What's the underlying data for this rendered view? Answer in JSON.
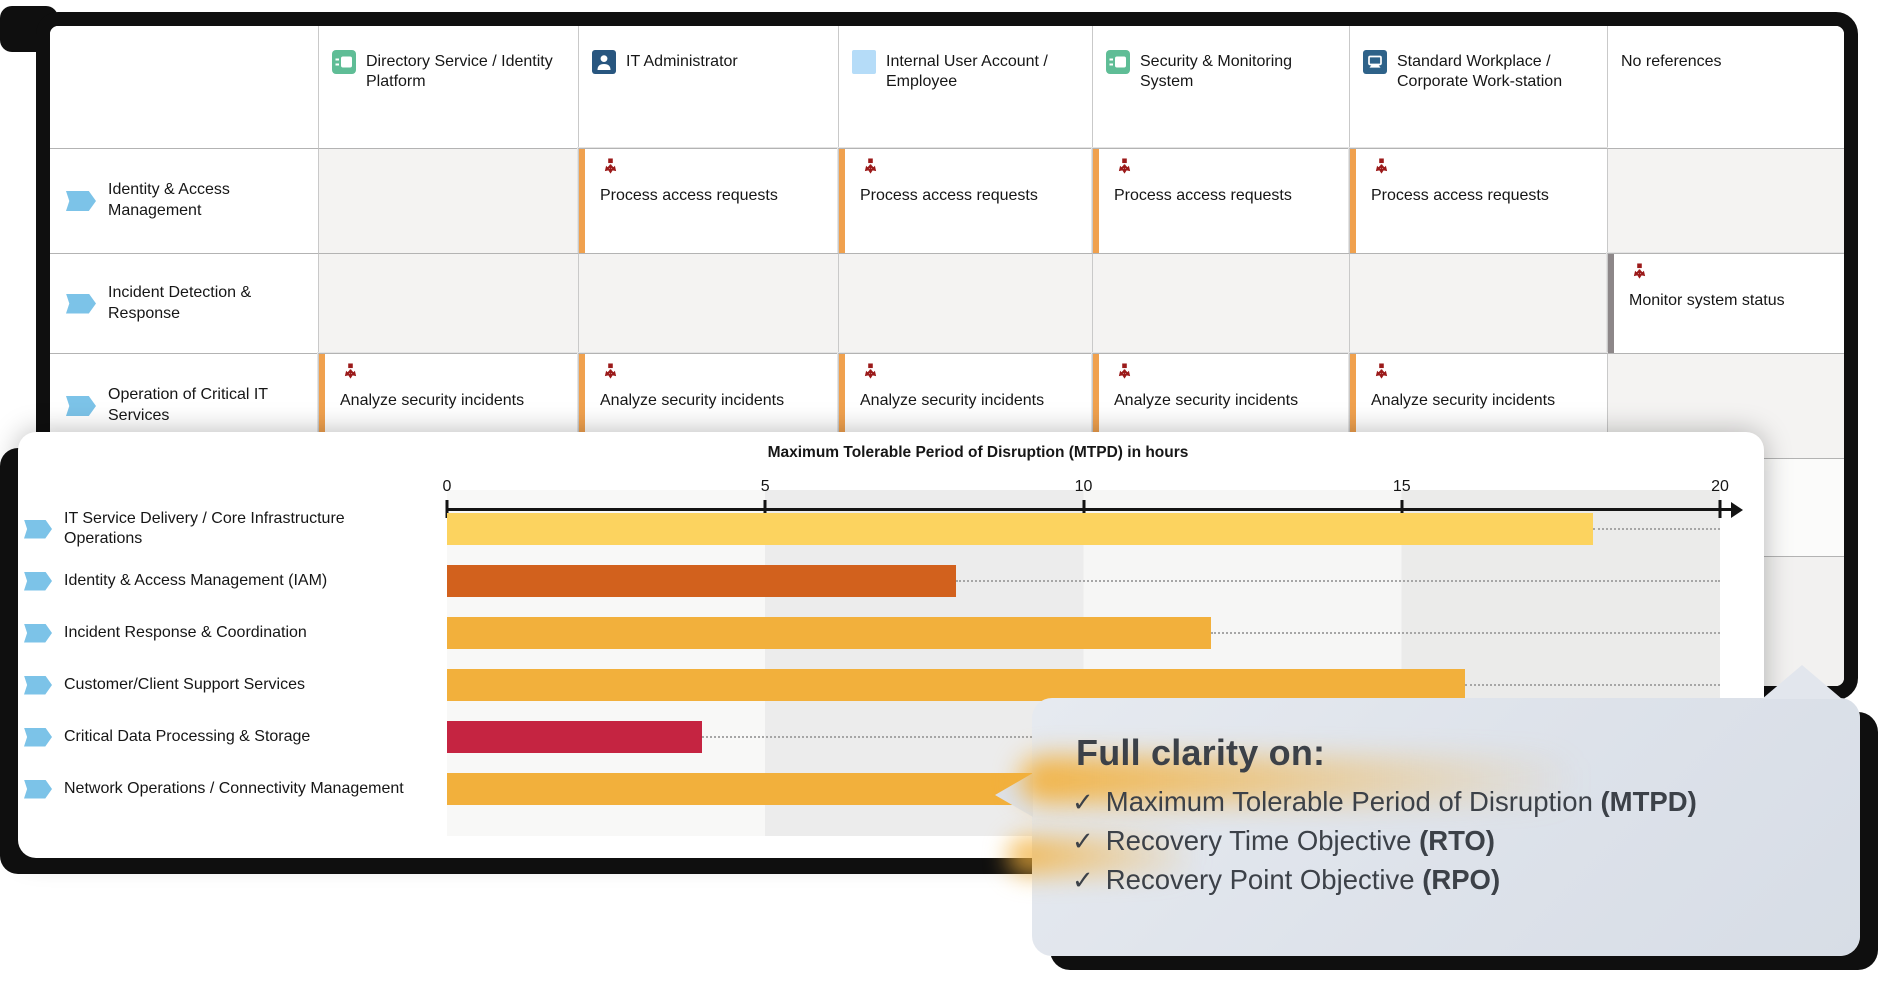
{
  "matrix": {
    "columns": [
      {
        "label": "Directory Service / Identity Platform",
        "icon": "system-icon"
      },
      {
        "label": "IT Administrator",
        "icon": "person-icon"
      },
      {
        "label": "Internal User Account / Employee",
        "icon": "square-icon"
      },
      {
        "label": "Security & Monitoring System",
        "icon": "system-icon"
      },
      {
        "label": "Standard Workplace / Corporate Work-station",
        "icon": "workstation-icon"
      },
      {
        "label": "No references",
        "icon": null
      }
    ],
    "rows": [
      {
        "label": "Identity & Access Management",
        "cells": [
          null,
          {
            "label": "Process access requests",
            "accent": "orange"
          },
          {
            "label": "Process access requests",
            "accent": "orange"
          },
          {
            "label": "Process access requests",
            "accent": "orange"
          },
          {
            "label": "Process access requests",
            "accent": "orange"
          },
          null
        ]
      },
      {
        "label": "Incident Detection & Response",
        "cells": [
          null,
          null,
          null,
          null,
          null,
          {
            "label": "Monitor system status",
            "accent": "gray"
          }
        ]
      },
      {
        "label": "Operation of Critical IT Services",
        "cells": [
          {
            "label": "Analyze security incidents",
            "accent": "orange"
          },
          {
            "label": "Analyze security incidents",
            "accent": "orange"
          },
          {
            "label": "Analyze security incidents",
            "accent": "orange"
          },
          {
            "label": "Analyze security incidents",
            "accent": "orange"
          },
          {
            "label": "Analyze security incidents",
            "accent": "orange"
          },
          null
        ]
      }
    ]
  },
  "chart_data": {
    "type": "bar",
    "orientation": "horizontal",
    "title": "Maximum Tolerable Period of Disruption (MTPD) in hours",
    "categories": [
      "IT Service Delivery / Core Infrastructure Operations",
      "Identity & Access Management (IAM)",
      "Incident Response & Coordination",
      "Customer/Client Support Services",
      "Critical Data Processing & Storage",
      "Network Operations / Connectivity Management"
    ],
    "values": [
      18,
      8,
      12,
      16,
      4,
      10
    ],
    "colors": [
      "#fcd35f",
      "#d2611d",
      "#f2b03c",
      "#f2b03c",
      "#c52441",
      "#f2b03c"
    ],
    "xlim": [
      0,
      20
    ],
    "ticks": [
      0,
      5,
      10,
      15,
      20
    ],
    "grid": "shaded vertical bands every 5 units",
    "legend": "none"
  },
  "callout": {
    "heading": "Full clarity on:",
    "check_icon": "✓",
    "items": [
      {
        "text": "Maximum Tolerable Period of Disruption",
        "bold": "(MTPD)"
      },
      {
        "text": "Recovery Time Objective",
        "bold": "(RTO)"
      },
      {
        "text": "Recovery Point Objective",
        "bold": "(RPO)"
      }
    ]
  },
  "colors": {
    "accent_orange": "#f0a14e",
    "accent_gray": "#8d8789",
    "tag_blue": "#7cc3e8",
    "process_icon_red": "#9b1a1a",
    "panel_border_black": "#0f0f0f",
    "callout_bg": "#dde2ea"
  }
}
